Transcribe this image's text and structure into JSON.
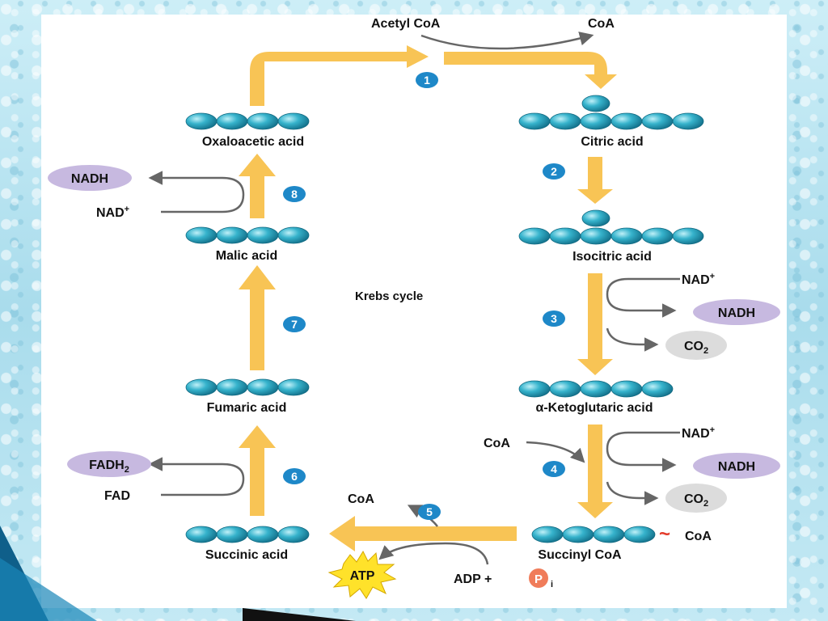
{
  "colors": {
    "flow_arrow": "#f8c455",
    "side_arrow": "#666666",
    "bead": "#2aa6c0",
    "step_circle": "#1e88c8",
    "nadh_bubble": "#c7b9e0",
    "co2_bubble": "#dcdcdc",
    "phosphate": "#f07c5a",
    "atp_star": "#ffe22a"
  },
  "title": "Krebs cycle",
  "steps": [
    "1",
    "2",
    "3",
    "4",
    "5",
    "6",
    "7",
    "8"
  ],
  "compounds": {
    "oxaloacetic": "Oxaloacetic acid",
    "citric": "Citric acid",
    "isocitric": "Isocitric acid",
    "ketoglutaric": "α-Ketoglutaric acid",
    "succinyl": "Succinyl CoA",
    "succinic": "Succinic acid",
    "fumaric": "Fumaric acid",
    "malic": "Malic acid"
  },
  "molecules": {
    "acetyl_coa": "Acetyl CoA",
    "coa": "CoA",
    "nad_plus": "NAD",
    "plus_sign": "+",
    "nadh": "NADH",
    "co2": "CO",
    "subscript_2": "2",
    "fad": "FAD",
    "fadh2": "FADH",
    "adp_plus": "ADP +",
    "p": "P",
    "i": "i",
    "atp": "ATP",
    "tilde": "~"
  }
}
